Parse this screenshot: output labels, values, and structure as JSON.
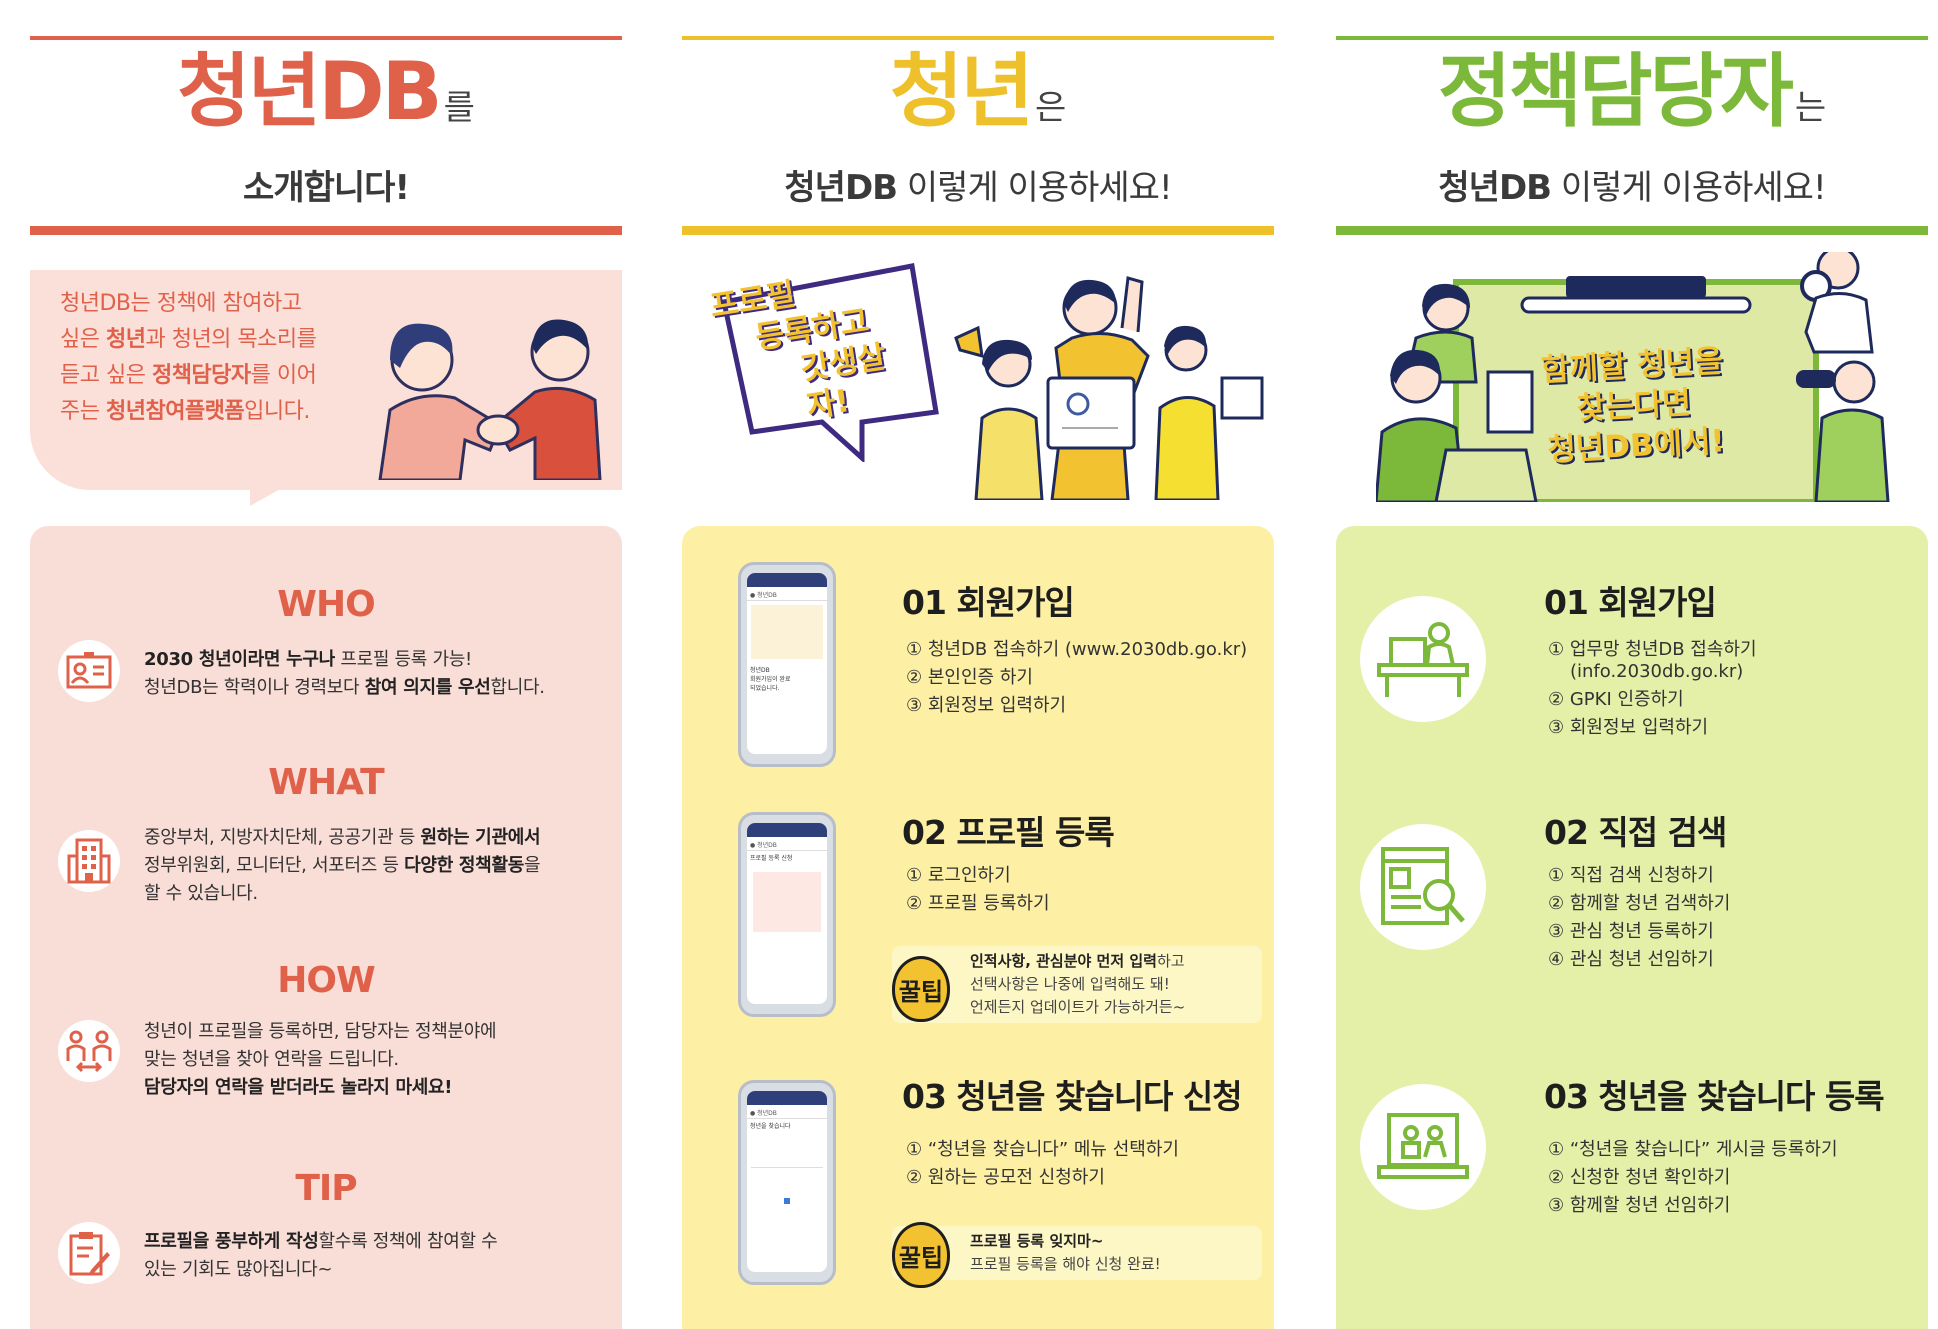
{
  "colors": {
    "red": "#e0614a",
    "yellow": "#eec02c",
    "green": "#7cb83a",
    "pink_panel": "#f9ddd7",
    "yellow_panel": "#fdf0a4",
    "green_panel": "#e4efa8"
  },
  "col1": {
    "big": "청년DB",
    "suffix": "를",
    "sub": "소개합니다!",
    "intro": {
      "l1a": "청년DB는 정책에 참여하고",
      "l2a": "싶은 ",
      "l2b": "청년",
      "l2c": "과 청년의 목소리를",
      "l3a": "듣고 싶은 ",
      "l3b": "정책담당자",
      "l3c": "를 이어",
      "l4a": "주는 ",
      "l4b": "청년참여플랫폼",
      "l4c": "입니다."
    },
    "who": {
      "title": "WHO",
      "l1a": "2030 청년이라면 누구나",
      "l1b": " 프로필 등록 가능!",
      "l2a": "청년DB는 학력이나 경력보다 ",
      "l2b": "참여 의지를 우선",
      "l2c": "합니다.",
      "icon": "id-card-icon"
    },
    "what": {
      "title": "WHAT",
      "l1a": "중앙부처, 지방자치단체, 공공기관 등 ",
      "l1b": "원하는 기관에서",
      "l2a": "정부위원회, 모니터단, 서포터즈 등 ",
      "l2b": "다양한 정책활동",
      "l2c": "을",
      "l3": "할 수 있습니다.",
      "icon": "building-icon"
    },
    "how": {
      "title": "HOW",
      "l1": "청년이 프로필을 등록하면, 담당자는 정책분야에",
      "l2": "맞는 청년을 찾아 연락을 드립니다.",
      "l3": "담당자의 연락을 받더라도 놀라지 마세요!",
      "icon": "people-exchange-icon"
    },
    "tip": {
      "title": "TIP",
      "l1a": "프로필을 풍부하게 작성",
      "l1b": "할수록 정책에 참여할 수",
      "l2": "있는 기회도 많아집니다~",
      "icon": "clipboard-pen-icon"
    }
  },
  "col2": {
    "big": "청년",
    "suffix": "은",
    "sub_b": "청년DB",
    "sub": " 이렇게 이용하세요!",
    "bubble": {
      "l1": "프로필",
      "l2": "등록하고",
      "l3": "갓생살자!"
    },
    "s1": {
      "title": "01 회원가입",
      "i1": "① 청년DB 접속하기 (www.2030db.go.kr)",
      "i2": "② 본인인증 하기",
      "i3": "③ 회원정보 입력하기"
    },
    "s2": {
      "title": "02 프로필 등록",
      "i1": "① 로그인하기",
      "i2": "② 프로필 등록하기",
      "tip_a": "인적사항, 관심분야 먼저 입력",
      "tip_b": "하고",
      "tip2": "선택사항은 나중에 입력해도 돼!",
      "tip3": "언제든지 업데이트가 가능하거든~",
      "badge": "꿀팁"
    },
    "s3": {
      "title": "03 청년을 찾습니다 신청",
      "i1": "① “청년을 찾습니다” 메뉴 선택하기",
      "i2": "② 원하는 공모전 신청하기",
      "tip1": "프로필 등록 잊지마~",
      "tip2": "프로필 등록을 해야 신청 완료!",
      "badge": "꿀팁"
    },
    "phone1": {
      "t1": "청년DB",
      "t2": "회원가입이 완료",
      "t3": "되었습니다."
    },
    "phone2": {
      "t1": "프로필 등록 신청"
    },
    "phone3": {
      "t1": "청년을 찾습니다"
    }
  },
  "col3": {
    "big": "정책담당자",
    "suffix": "는",
    "sub_b": "청년DB",
    "sub": " 이렇게 이용하세요!",
    "board": {
      "l1": "함께할 청년을",
      "l2": "찾는다면",
      "l3": "청년DB에서!"
    },
    "s1": {
      "title": "01 회원가입",
      "i1": "① 업무망 청년DB 접속하기",
      "i1b": "(info.2030db.go.kr)",
      "i2": "② GPKI 인증하기",
      "i3": "③ 회원정보 입력하기",
      "icon": "desk-worker-icon"
    },
    "s2": {
      "title": "02 직접 검색",
      "i1": "① 직접 검색 신청하기",
      "i2": "② 함께할 청년 검색하기",
      "i3": "③ 관심 청년 등록하기",
      "i4": "④ 관심 청년 선임하기",
      "icon": "document-search-icon"
    },
    "s3": {
      "title": "03 청년을 찾습니다 등록",
      "i1": "① “청년을 찾습니다” 게시글 등록하기",
      "i2": "② 신청한 청년 확인하기",
      "i3": "③ 함께할 청년 선임하기",
      "icon": "laptop-people-icon"
    }
  }
}
